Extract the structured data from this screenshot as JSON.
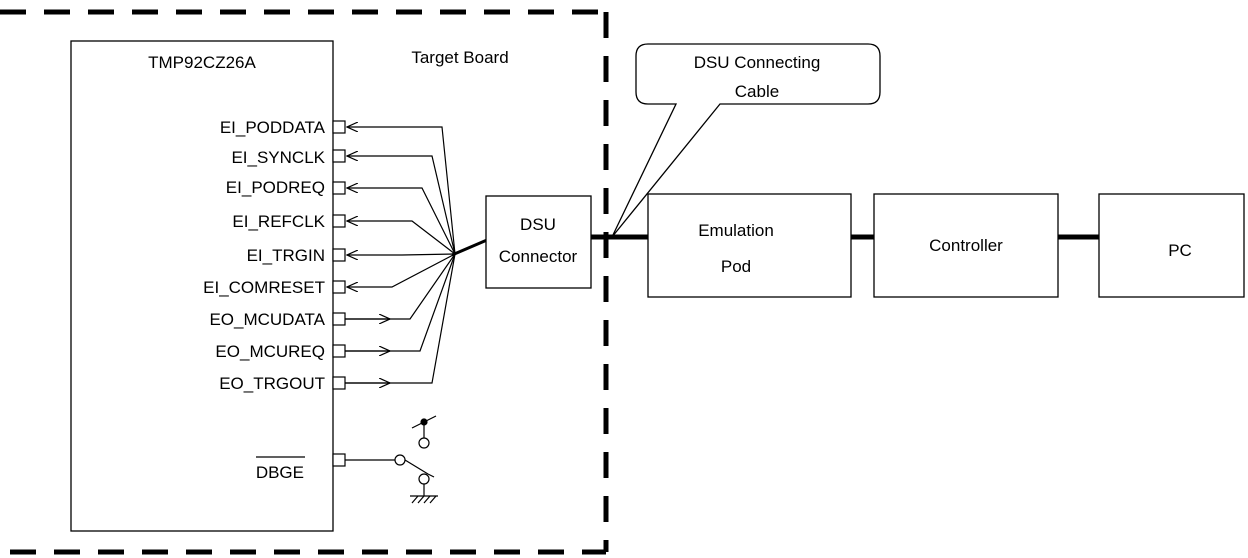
{
  "diagram": {
    "chip": {
      "name": "TMP92CZ26A"
    },
    "board_label": "Target Board",
    "signals": [
      {
        "name": "EI_PODDATA",
        "direction": "in"
      },
      {
        "name": "EI_SYNCLK",
        "direction": "in"
      },
      {
        "name": "EI_PODREQ",
        "direction": "in"
      },
      {
        "name": "EI_REFCLK",
        "direction": "in"
      },
      {
        "name": "EI_TRGIN",
        "direction": "in"
      },
      {
        "name": "EI_COMRESET",
        "direction": "in"
      },
      {
        "name": "EO_MCUDATA",
        "direction": "out"
      },
      {
        "name": "EO_MCUREQ",
        "direction": "out"
      },
      {
        "name": "EO_TRGOUT",
        "direction": "out"
      }
    ],
    "dbge_label": "DBGE",
    "dsu_connector": {
      "line1": "DSU",
      "line2": "Connector"
    },
    "callout": {
      "line1": "DSU Connecting",
      "line2": "Cable"
    },
    "emulation_pod": {
      "line1": "Emulation",
      "line2": "Pod"
    },
    "controller": {
      "label": "Controller"
    },
    "pc": {
      "label": "PC"
    }
  }
}
